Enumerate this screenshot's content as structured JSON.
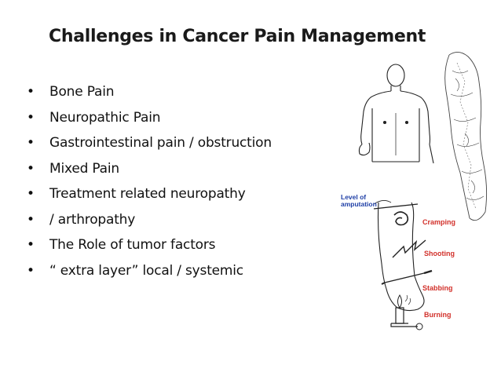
{
  "slide": {
    "title": "Challenges in Cancer Pain Management",
    "bullets": [
      "Bone Pain",
      "Neuropathic Pain",
      "Gastrointestinal pain / obstruction",
      "Mixed Pain",
      "Treatment related neuropathy",
      " / arthropathy",
      "The Role of tumor factors",
      " “ extra layer” local / systemic"
    ],
    "bullet_symbol": "•"
  },
  "illustration": {
    "level_of_amputation": [
      "Level of",
      "amputation"
    ],
    "pain_types": [
      "Cramping",
      "Shooting",
      "Stabbing",
      "Burning"
    ],
    "colors": {
      "label_blue": "#1f3fa6",
      "pain_red": "#d2312b",
      "line": "#222222"
    }
  }
}
